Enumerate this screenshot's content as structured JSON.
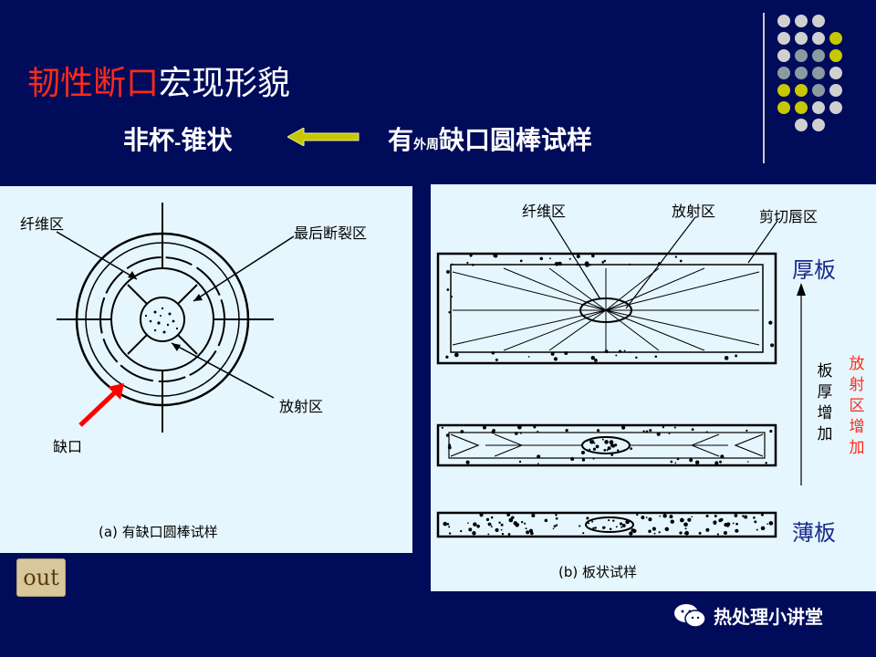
{
  "title": {
    "red": "韧性断口",
    "white": "宏现形貌"
  },
  "subtitle": {
    "left_main": "非杯",
    "left_small": "-",
    "left_end": "锥状",
    "right_a": "有",
    "right_small": "外周",
    "right_b": "缺口圆棒试样"
  },
  "panel_a": {
    "label_fiber": "纤维区",
    "label_final": "最后断裂区",
    "label_radial": "放射区",
    "label_notch": "缺口",
    "caption": "(a) 有缺口圆棒试样"
  },
  "panel_b": {
    "label_fiber": "纤维区",
    "label_radial": "放射区",
    "label_shear": "剪切唇区",
    "caption": "(b) 板状试样"
  },
  "side": {
    "thick": "厚板",
    "thin": "薄板",
    "thickness_increase": [
      "板",
      "厚",
      "增",
      "加"
    ],
    "radial_increase": [
      "放",
      "射",
      "区",
      "增",
      "加"
    ]
  },
  "out_button": "out",
  "watermark": "热处理小讲堂",
  "colors": {
    "background": "#000b5a",
    "title_red": "#ff2a1a",
    "panel": "#e6f6ff",
    "accent_yellow": "#c8c800",
    "dot_gray": "#8a9aa0",
    "dot_light": "#d0d0d0"
  }
}
